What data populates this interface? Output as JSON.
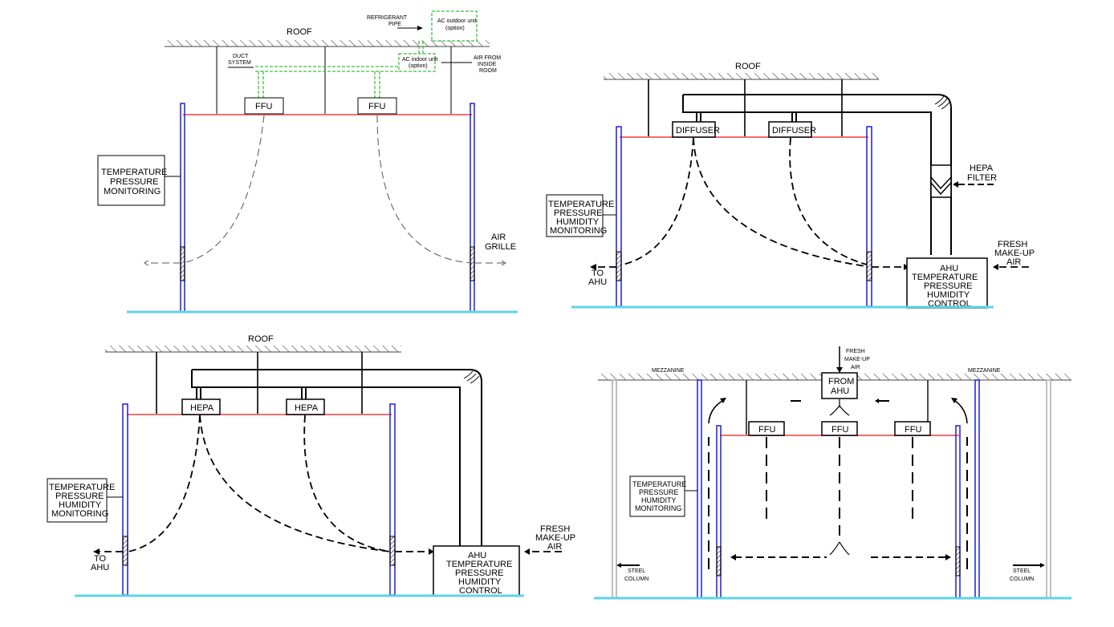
{
  "panels": [
    {
      "roof": "ROOF",
      "units": [
        "FFU",
        "FFU"
      ],
      "monitor": [
        "TEMPERATURE",
        "PRESSURE",
        "MONITORING"
      ],
      "air_grille": [
        "AIR",
        "GRILLE"
      ],
      "duct_system": [
        "DUCT",
        "SYSTEM"
      ],
      "refrigerant_pipe": [
        "REFRIGERANT",
        "PIPE"
      ],
      "ac_outdoor": [
        "AC outdoor unit",
        "(option)"
      ],
      "ac_indoor": [
        "AC indoor unit",
        "(option)"
      ],
      "air_from_inside": [
        "AIR FROM",
        "INSIDE",
        "ROOM"
      ]
    },
    {
      "roof": "ROOF",
      "units": [
        "DIFFUSER",
        "DIFFUSER"
      ],
      "monitor": [
        "TEMPERATURE",
        "PRESSURE",
        "HUMIDITY",
        "MONITORING"
      ],
      "hepa_filter": [
        "HEPA",
        "FILTER"
      ],
      "fresh_air": [
        "FRESH",
        "MAKE-UP",
        "AIR"
      ],
      "to_ahu": [
        "TO",
        "AHU"
      ],
      "ahu": [
        "AHU",
        "TEMPERATURE",
        "PRESSURE",
        "HUMIDITY",
        "CONTROL"
      ]
    },
    {
      "roof": "ROOF",
      "units": [
        "HEPA",
        "HEPA"
      ],
      "monitor": [
        "TEMPERATURE",
        "PRESSURE",
        "HUMIDITY",
        "MONITORING"
      ],
      "fresh_air": [
        "FRESH",
        "MAKE-UP",
        "AIR"
      ],
      "to_ahu": [
        "TO",
        "AHU"
      ],
      "ahu": [
        "AHU",
        "TEMPERATURE",
        "PRESSURE",
        "HUMIDITY",
        "CONTROL"
      ]
    },
    {
      "mezzanine_left": "MEZZANINE",
      "mezzanine_right": "MEZZANINE",
      "fresh_air": [
        "FRESH",
        "MAKE-UP",
        "AIR"
      ],
      "from_ahu": [
        "FROM",
        "AHU"
      ],
      "units": [
        "FFU",
        "FFU",
        "FFU"
      ],
      "monitor": [
        "TEMPERATURE",
        "PRESSURE",
        "HUMIDITY",
        "MONITORING"
      ],
      "steel_column_left": [
        "STEEL",
        "COLUMN"
      ],
      "steel_column_right": [
        "STEEL",
        "COLUMN"
      ]
    }
  ],
  "colors": {
    "wall": "#1f1fd6",
    "ceiling": "#f07070",
    "floor": "#5fd3e8",
    "option_green": "#3fbf3f",
    "column": "#aaaaaa"
  }
}
